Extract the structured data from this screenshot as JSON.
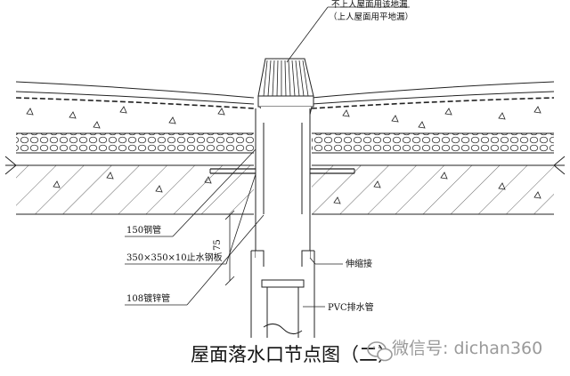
{
  "callouts": {
    "top_line1": "不上人屋面用该地漏",
    "top_line2": "（上人屋面用平地漏）",
    "steel_pipe": "150钢管",
    "water_stop": "350×350×10止水钢板",
    "galv_pipe": "108镀锌管",
    "expansion": "伸缩接",
    "pvc": "PVC排水管",
    "dimension": "75"
  },
  "title": "屋面落水口节点图（二）",
  "watermark": {
    "text": "微信号: dichan360",
    "icon": "wechat-icon"
  }
}
